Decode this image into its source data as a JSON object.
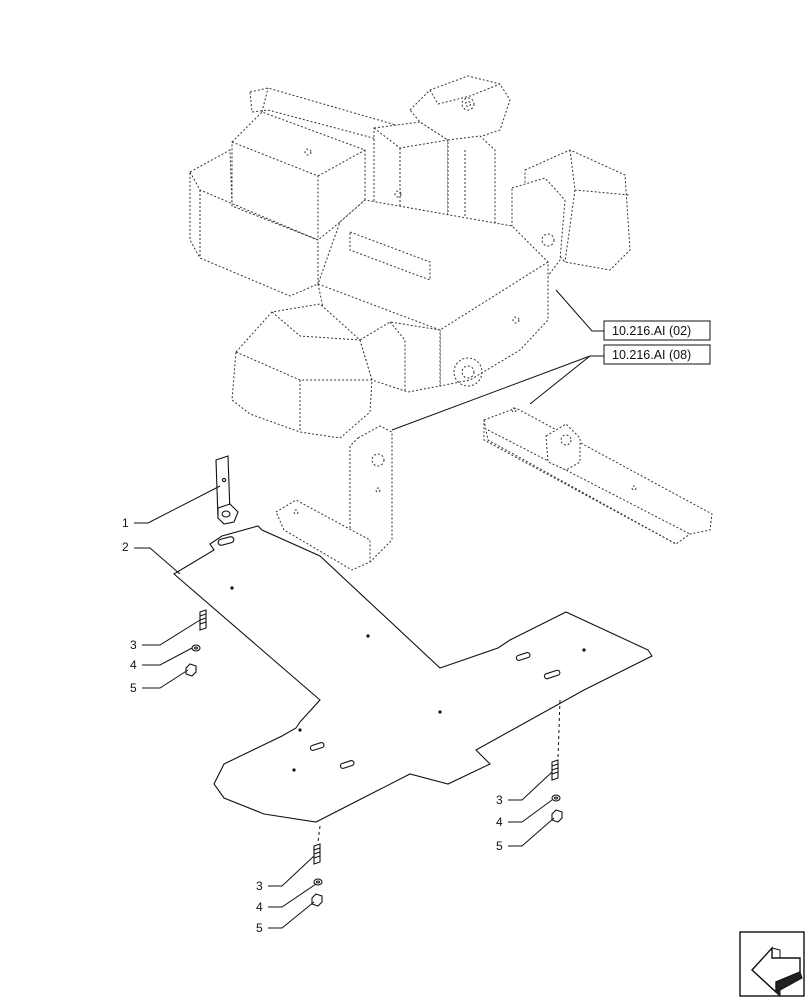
{
  "callouts": {
    "c1": "1",
    "c2": "2",
    "c3a": "3",
    "c4a": "4",
    "c5a": "5",
    "c3b": "3",
    "c4b": "4",
    "c5b": "5",
    "c3c": "3",
    "c4c": "4",
    "c5c": "5"
  },
  "references": {
    "ref1": "10.216.AI (02)",
    "ref2": "10.216.AI (08)"
  },
  "icons": {
    "nav": "back-arrow-icon"
  }
}
